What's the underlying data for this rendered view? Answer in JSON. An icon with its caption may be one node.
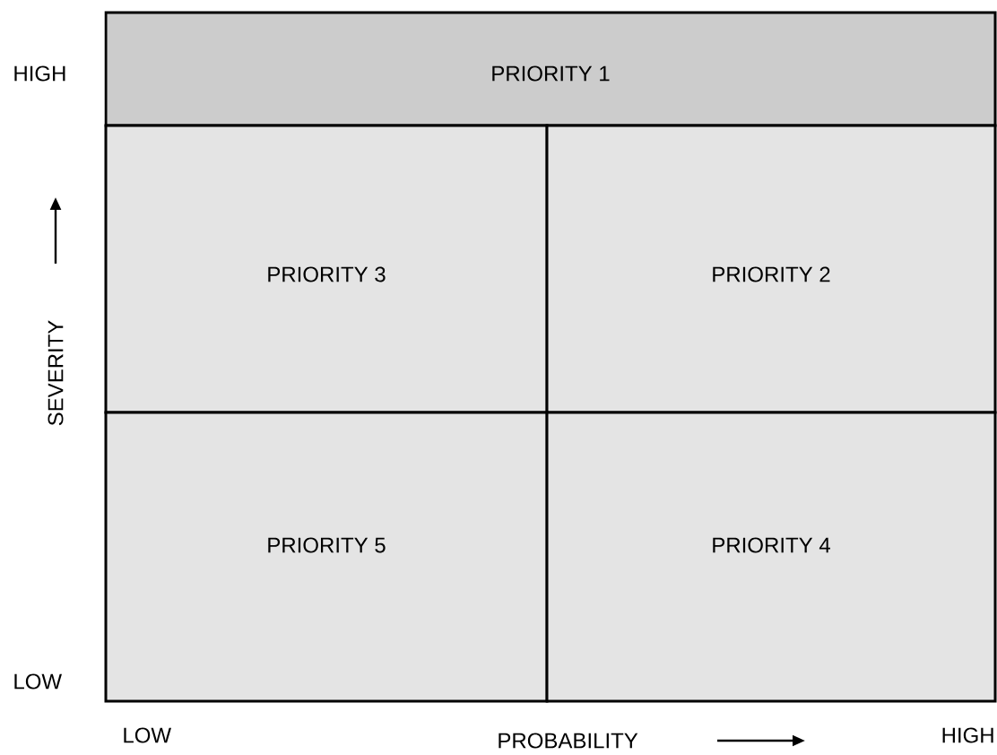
{
  "diagram": {
    "nodes": [
      {
        "text": [
          "PRIORITY 1"
        ]
      },
      {
        "text": [
          "PRIORITY 3"
        ]
      },
      {
        "text": [
          "PRIORITY 2"
        ]
      },
      {
        "text": [
          "PRIORITY 5"
        ]
      },
      {
        "text": [
          "PRIORITY 4"
        ]
      }
    ],
    "labels": [
      "HIGH",
      "SEVERITY",
      "LOW",
      "LOW",
      "PROBABILITY",
      "HIGH"
    ]
  }
}
